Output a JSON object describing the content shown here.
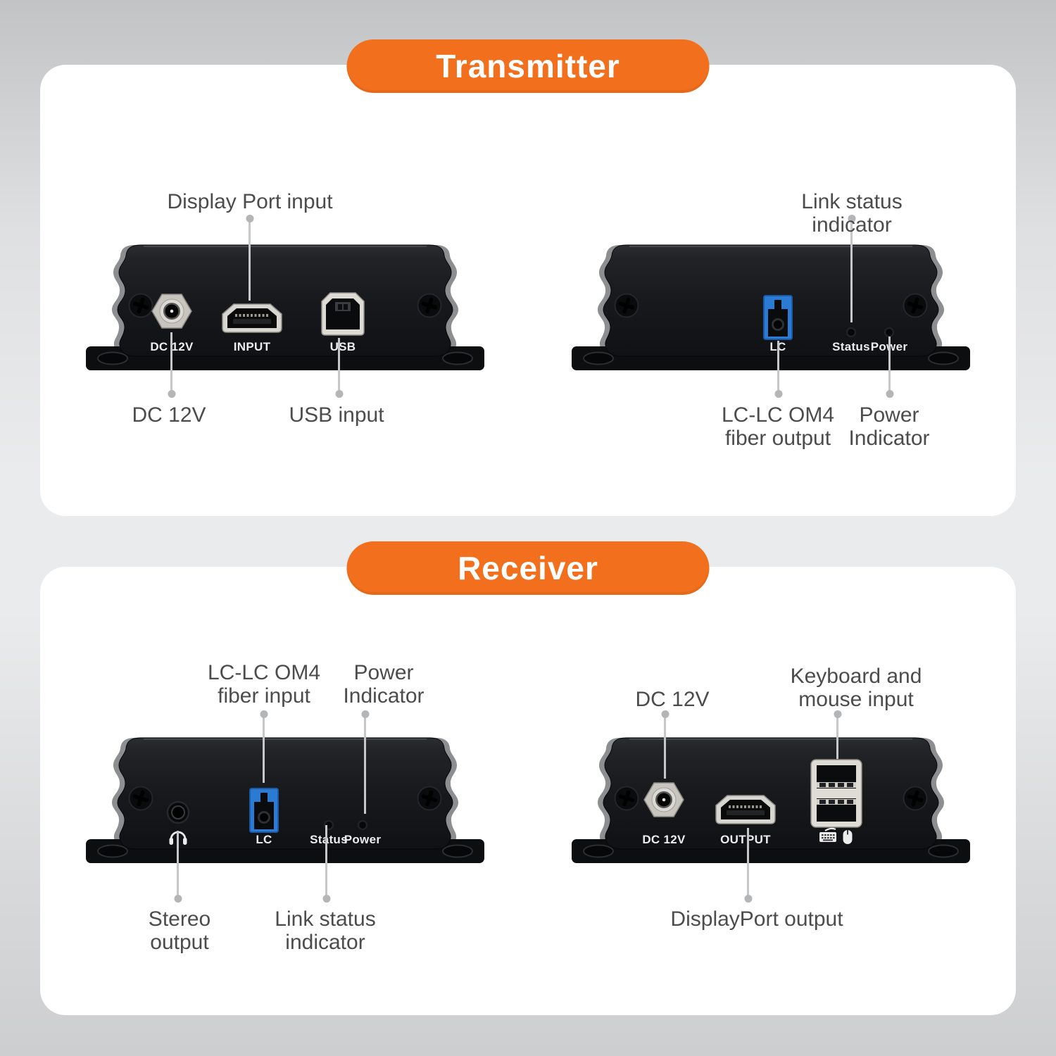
{
  "colors": {
    "accent_orange": "#F26F1D",
    "panel_white": "#FFFFFF",
    "label_grey": "#4C4C4C",
    "device_black": "#17191C",
    "lc_port_blue": "#2B7AD4",
    "callout_line": "#C6C7C9"
  },
  "transmitter": {
    "title": "Transmitter",
    "front_device": {
      "ports": {
        "dc": "DC 12V",
        "dp": "INPUT",
        "usb": "USB"
      }
    },
    "rear_device": {
      "ports": {
        "lc": "LC",
        "status": "Status",
        "power": "Power"
      }
    },
    "callouts": {
      "display_port_input": "Display Port input",
      "link_status": "Link status indicator",
      "dc": "DC 12V",
      "usb_input": "USB input",
      "fiber_output": "LC-LC OM4\nfiber output",
      "power_indicator": "Power\nIndicator"
    }
  },
  "receiver": {
    "title": "Receiver",
    "front_device": {
      "ports": {
        "lc": "LC",
        "status": "Status",
        "power": "Power"
      }
    },
    "rear_device": {
      "ports": {
        "dc": "DC 12V",
        "dp": "OUTPUT"
      }
    },
    "callouts": {
      "fiber_input": "LC-LC OM4\nfiber input",
      "power_indicator": "Power\nIndicator",
      "dc": "DC 12V",
      "keyboard_mouse": "Keyboard and\nmouse input",
      "stereo_output": "Stereo\noutput",
      "link_status": "Link status\nindicator",
      "displayport_output": "DisplayPort output"
    }
  }
}
